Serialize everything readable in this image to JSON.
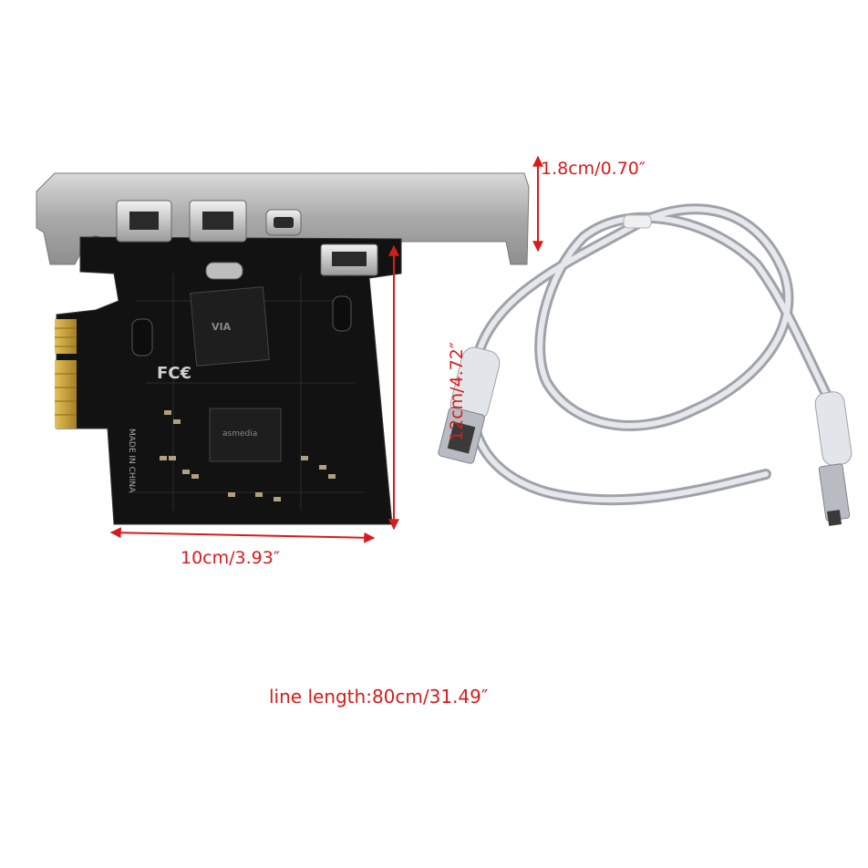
{
  "dimensions": {
    "bracket_height": "1.8cm/0.70″",
    "card_height": "12cm/4.72″",
    "card_width": "10cm/3.93″",
    "cable_length": "line length:80cm/31.49″"
  },
  "colors": {
    "annotation": "#d81b1b",
    "pcb": "#111111",
    "bracket": "#b9b9b9",
    "gold_contacts": "#c9a23a",
    "cable": "#c9ccd2"
  },
  "product_marks": {
    "fcc": "FC€",
    "origin": "MADE IN CHINA"
  }
}
